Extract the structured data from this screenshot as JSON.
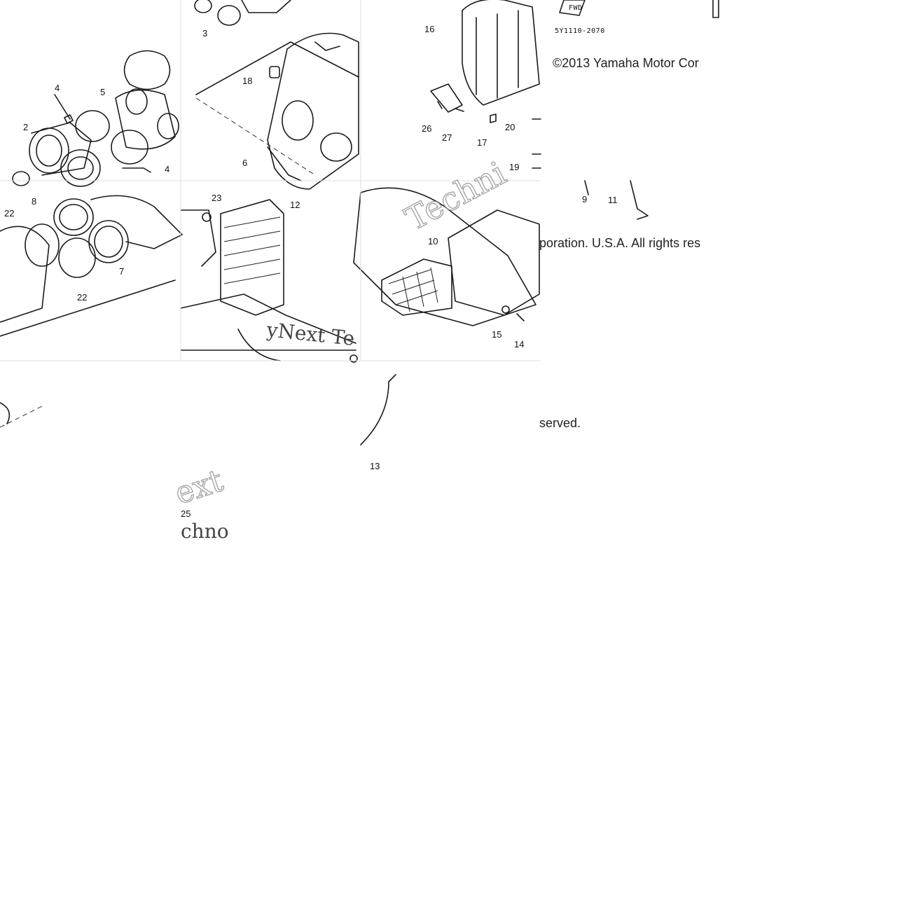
{
  "diagram": {
    "part_code": "5Y1110-2070",
    "fwd_label": "FWD",
    "copyright_line1": "©2013 Yamaha Motor Cor",
    "copyright_line2": "poration. U.S.A. All rights res",
    "copyright_line3": "served.",
    "watermark_fragments": [
      "Techni",
      "yNext Te",
      "ext",
      "chno"
    ],
    "callouts": [
      "2",
      "3",
      "4",
      "4",
      "5",
      "6",
      "7",
      "8",
      "9",
      "10",
      "11",
      "12",
      "13",
      "14",
      "15",
      "16",
      "17",
      "18",
      "19",
      "20",
      "22",
      "22",
      "23",
      "25",
      "26",
      "27"
    ]
  }
}
